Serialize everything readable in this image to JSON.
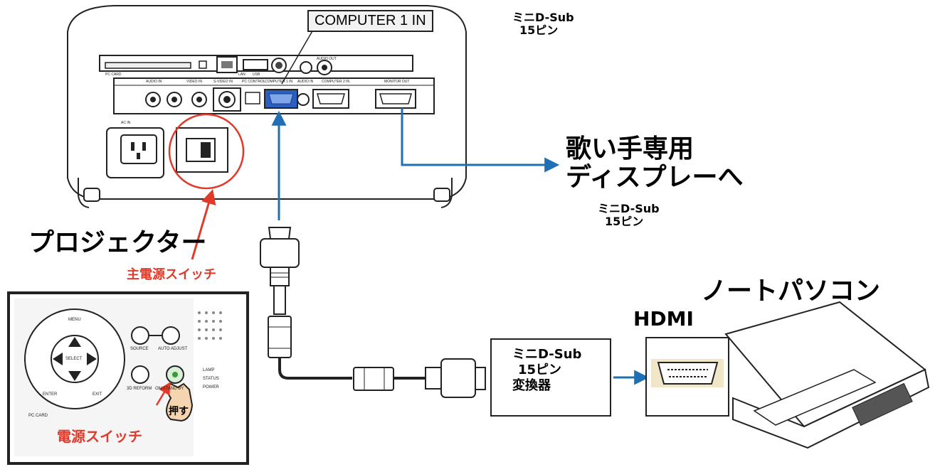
{
  "labels": {
    "computer_in": "COMPUTER 1 IN",
    "minidsub_top_line1": "ミニD-Sub",
    "minidsub_top_line2": "15ピン",
    "singer_display_line1": "歌い手専用",
    "singer_display_line2": "ディスプレーへ",
    "minidsub_mid_line1": "ミニD-Sub",
    "minidsub_mid_line2": "15ピン",
    "projector": "プロジェクター",
    "main_power_switch": "主電源スイッチ",
    "laptop": "ノートパソコン",
    "hdmi": "HDMI",
    "converter_line1": "ミニD-Sub",
    "converter_line2": "15ピン",
    "converter_line3": "変換器",
    "press": "押す",
    "power_switch": "電源スイッチ"
  },
  "projector_panel": {
    "pc_card": "PC CARD",
    "audio_in": "AUDIO IN",
    "video_in": "VIDEO IN",
    "s_video_in": "S-VIDEO IN",
    "pc_control": "PC CONTROL",
    "computer_1_in": "COMPUTER 1 IN",
    "audio_in_2": "AUDIO IN",
    "computer_2_in": "COMPUTER 2 IN",
    "monitor_out": "MONITOR OUT",
    "audio_out": "AUDIO OUT",
    "lan": "LAN",
    "usb": "USB",
    "ac_in": "AC IN"
  },
  "control_panel": {
    "menu": "MENU",
    "select": "SELECT",
    "enter": "ENTER",
    "exit": "EXIT",
    "source": "SOURCE",
    "auto_adjust": "AUTO ADJUST",
    "3d_reform": "3D REFORM",
    "on_standby": "ON/STAND BY",
    "pc_card": "PC CARD",
    "lamp": "LAMP",
    "status": "STATUS",
    "power": "POWER"
  },
  "colors": {
    "arrow_blue": "#1f6fb5",
    "red": "#e23a2a",
    "outline": "#222222"
  }
}
